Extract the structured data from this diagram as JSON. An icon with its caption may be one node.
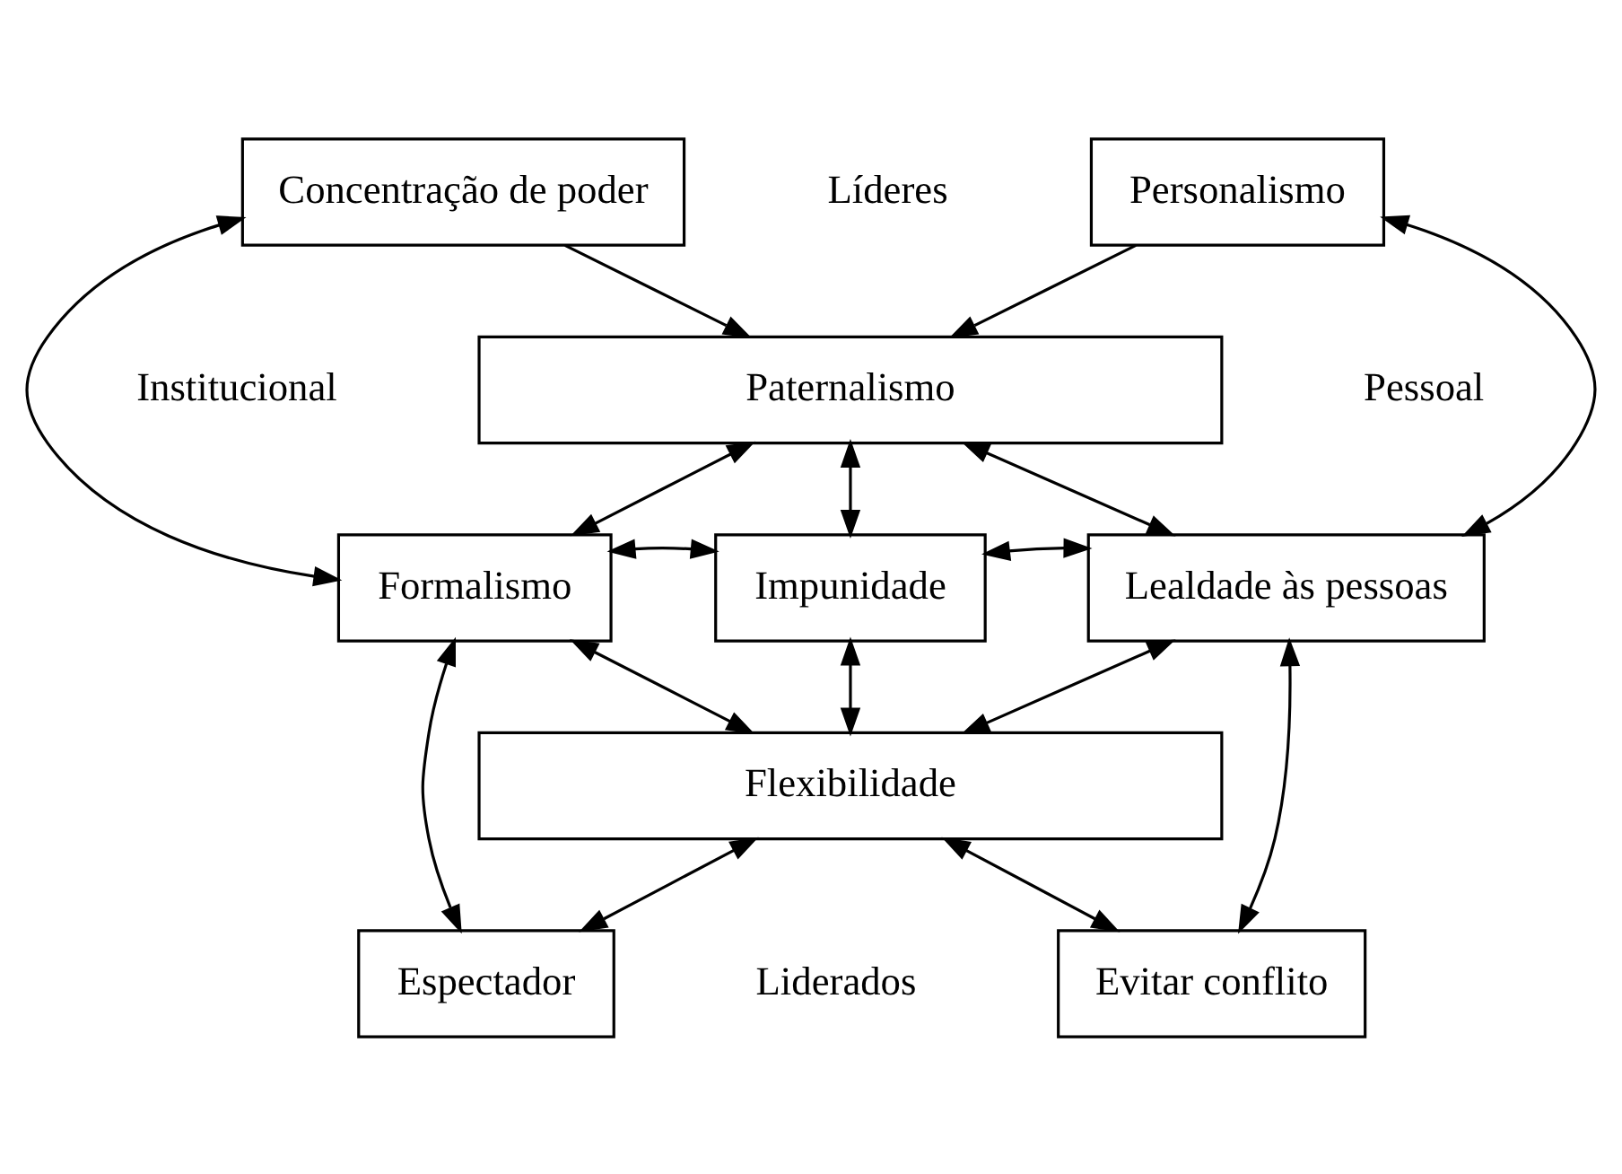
{
  "diagram": {
    "nodes": [
      {
        "text": [
          "Concentração de poder"
        ]
      },
      {
        "text": [
          "Personalismo"
        ]
      },
      {
        "text": [
          "Paternalismo"
        ]
      },
      {
        "text": [
          "Formalismo"
        ]
      },
      {
        "text": [
          "Impunidade"
        ]
      },
      {
        "text": [
          "Lealdade às pessoas"
        ]
      },
      {
        "text": [
          "Flexibilidade"
        ]
      },
      {
        "text": [
          "Espectador"
        ]
      },
      {
        "text": [
          "Evitar conflito"
        ]
      }
    ],
    "edges": [
      {
        "from": 0,
        "to": 2,
        "arrow": "to"
      },
      {
        "from": 1,
        "to": 2,
        "arrow": "to"
      },
      {
        "from": 0,
        "to": 3,
        "arrow": "both"
      },
      {
        "from": 1,
        "to": 5,
        "arrow": "both"
      },
      {
        "from": 2,
        "to": 3,
        "arrow": "both"
      },
      {
        "from": 2,
        "to": 4,
        "arrow": "both"
      },
      {
        "from": 2,
        "to": 5,
        "arrow": "both"
      },
      {
        "from": 3,
        "to": 4,
        "arrow": "both"
      },
      {
        "from": 4,
        "to": 5,
        "arrow": "both"
      },
      {
        "from": 4,
        "to": 6,
        "arrow": "both"
      },
      {
        "from": 3,
        "to": 6,
        "arrow": "both"
      },
      {
        "from": 5,
        "to": 6,
        "arrow": "both"
      },
      {
        "from": 3,
        "to": 7,
        "arrow": "both"
      },
      {
        "from": 5,
        "to": 8,
        "arrow": "both"
      },
      {
        "from": 6,
        "to": 7,
        "arrow": "both"
      },
      {
        "from": 6,
        "to": 8,
        "arrow": "both"
      }
    ],
    "labels": [
      "Líderes",
      "Institucional",
      "Pessoal",
      "Liderados"
    ]
  }
}
